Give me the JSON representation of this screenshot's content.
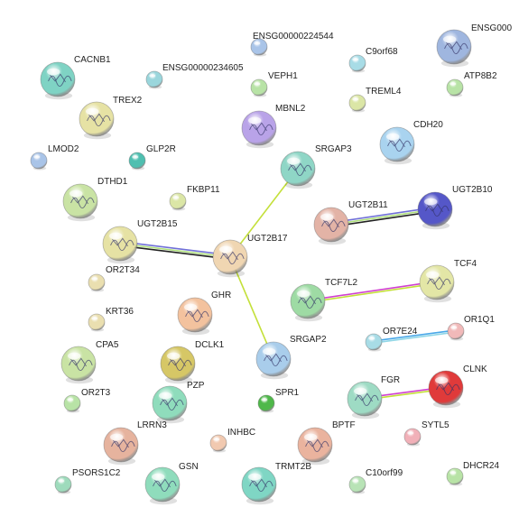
{
  "network": {
    "nodes": [
      {
        "id": "ENSG00000224544",
        "label": "ENSG00000224544",
        "color": "#a9c4e8",
        "size": "small",
        "structure": false
      },
      {
        "id": "ENSG_top_right",
        "label": "ENSG000",
        "color": "#9fb6df",
        "size": "large",
        "structure": true
      },
      {
        "id": "CACNB1",
        "label": "CACNB1",
        "color": "#7fd3c4",
        "size": "large",
        "structure": true
      },
      {
        "id": "ENSG00000234605",
        "label": "ENSG00000234605",
        "color": "#9ad6dc",
        "size": "small",
        "structure": false
      },
      {
        "id": "C9orf68",
        "label": "C9orf68",
        "color": "#a8dce6",
        "size": "small",
        "structure": false
      },
      {
        "id": "VEPH1",
        "label": "VEPH1",
        "color": "#b8e3a6",
        "size": "small",
        "structure": false
      },
      {
        "id": "ATP8B2",
        "label": "ATP8B2",
        "color": "#b8e3a6",
        "size": "small",
        "structure": false
      },
      {
        "id": "TREX2",
        "label": "TREX2",
        "color": "#e6e2a4",
        "size": "large",
        "structure": true
      },
      {
        "id": "TREML4",
        "label": "TREML4",
        "color": "#dbe6a6",
        "size": "small",
        "structure": false
      },
      {
        "id": "MBNL2",
        "label": "MBNL2",
        "color": "#b9a3e8",
        "size": "large",
        "structure": true
      },
      {
        "id": "CDH20",
        "label": "CDH20",
        "color": "#a9d3ef",
        "size": "large",
        "structure": true
      },
      {
        "id": "LMOD2",
        "label": "LMOD2",
        "color": "#a9c4e8",
        "size": "small",
        "structure": false
      },
      {
        "id": "GLP2R",
        "label": "GLP2R",
        "color": "#4fbfb0",
        "size": "small",
        "structure": false
      },
      {
        "id": "SRGAP3",
        "label": "SRGAP3",
        "color": "#8fd6c6",
        "size": "large",
        "structure": true
      },
      {
        "id": "DTHD1",
        "label": "DTHD1",
        "color": "#c9e3a4",
        "size": "large",
        "structure": true
      },
      {
        "id": "FKBP11",
        "label": "FKBP11",
        "color": "#dbe6a6",
        "size": "small",
        "structure": false
      },
      {
        "id": "UGT2B11",
        "label": "UGT2B11",
        "color": "#e3b3a6",
        "size": "large",
        "structure": true
      },
      {
        "id": "UGT2B10",
        "label": "UGT2B10",
        "color": "#5557c8",
        "size": "large",
        "structure": true
      },
      {
        "id": "UGT2B15",
        "label": "UGT2B15",
        "color": "#e6e2a4",
        "size": "large",
        "structure": true
      },
      {
        "id": "UGT2B17",
        "label": "UGT2B17",
        "color": "#f0d6b2",
        "size": "large",
        "structure": true
      },
      {
        "id": "OR2T34",
        "label": "OR2T34",
        "color": "#eadfb0",
        "size": "small",
        "structure": false
      },
      {
        "id": "TCF4",
        "label": "TCF4",
        "color": "#e3e6a6",
        "size": "large",
        "structure": true
      },
      {
        "id": "TCF7L2",
        "label": "TCF7L2",
        "color": "#9edba4",
        "size": "large",
        "structure": true
      },
      {
        "id": "GHR",
        "label": "GHR",
        "color": "#f3c29e",
        "size": "large",
        "structure": true
      },
      {
        "id": "KRT36",
        "label": "KRT36",
        "color": "#eadfb0",
        "size": "small",
        "structure": false
      },
      {
        "id": "OR7E24",
        "label": "OR7E24",
        "color": "#a8dce6",
        "size": "small",
        "structure": false
      },
      {
        "id": "OR1Q1",
        "label": "OR1Q1",
        "color": "#f1b9b9",
        "size": "small",
        "structure": false
      },
      {
        "id": "CPA5",
        "label": "CPA5",
        "color": "#c9e3a4",
        "size": "large",
        "structure": true
      },
      {
        "id": "DCLK1",
        "label": "DCLK1",
        "color": "#d6c766",
        "size": "large",
        "structure": true
      },
      {
        "id": "SRGAP2",
        "label": "SRGAP2",
        "color": "#a9cdeb",
        "size": "large",
        "structure": true
      },
      {
        "id": "CLNK",
        "label": "CLNK",
        "color": "#e03a3a",
        "size": "large",
        "structure": true
      },
      {
        "id": "OR2T3",
        "label": "OR2T3",
        "color": "#b8e3a6",
        "size": "small",
        "structure": false
      },
      {
        "id": "PZP",
        "label": "PZP",
        "color": "#8fdcbc",
        "size": "large",
        "structure": true
      },
      {
        "id": "SPR1",
        "label": "SPR1",
        "color": "#4fb84a",
        "size": "small",
        "structure": false
      },
      {
        "id": "FGR",
        "label": "FGR",
        "color": "#9edbc4",
        "size": "large",
        "structure": true
      },
      {
        "id": "LRRN3",
        "label": "LRRN3",
        "color": "#e6b39e",
        "size": "large",
        "structure": true
      },
      {
        "id": "INHBC",
        "label": "INHBC",
        "color": "#f1c9b0",
        "size": "small",
        "structure": false
      },
      {
        "id": "BPTF",
        "label": "BPTF",
        "color": "#eab39e",
        "size": "large",
        "structure": true
      },
      {
        "id": "SYTL5",
        "label": "SYTL5",
        "color": "#f1b0b8",
        "size": "small",
        "structure": false
      },
      {
        "id": "PSORS1C2",
        "label": "PSORS1C2",
        "color": "#9edbbc",
        "size": "small",
        "structure": false
      },
      {
        "id": "GSN",
        "label": "GSN",
        "color": "#8fdcbc",
        "size": "large",
        "structure": true
      },
      {
        "id": "TRMT2B",
        "label": "TRMT2B",
        "color": "#7fd6c4",
        "size": "large",
        "structure": true
      },
      {
        "id": "C10orf99",
        "label": "C10orf99",
        "color": "#b8e3b6",
        "size": "small",
        "structure": false
      },
      {
        "id": "DHCR24",
        "label": "DHCR24",
        "color": "#b8e3a6",
        "size": "small",
        "structure": false
      }
    ],
    "edges": [
      {
        "source": "UGT2B15",
        "target": "UGT2B17",
        "colors": [
          "#7070d8",
          "#aee07a",
          "#222222"
        ]
      },
      {
        "source": "UGT2B11",
        "target": "UGT2B10",
        "colors": [
          "#7070d8",
          "#aee07a",
          "#222222"
        ]
      },
      {
        "source": "UGT2B17",
        "target": "SRGAP3",
        "colors": [
          "#c4e03a"
        ]
      },
      {
        "source": "UGT2B17",
        "target": "SRGAP2",
        "colors": [
          "#c4e03a"
        ]
      },
      {
        "source": "TCF7L2",
        "target": "TCF4",
        "colors": [
          "#d040d0",
          "#c4e03a"
        ]
      },
      {
        "source": "OR7E24",
        "target": "OR1Q1",
        "colors": [
          "#4aa8e8",
          "#8fd6e6"
        ]
      },
      {
        "source": "FGR",
        "target": "CLNK",
        "colors": [
          "#d040d0",
          "#c4e03a"
        ]
      }
    ]
  }
}
